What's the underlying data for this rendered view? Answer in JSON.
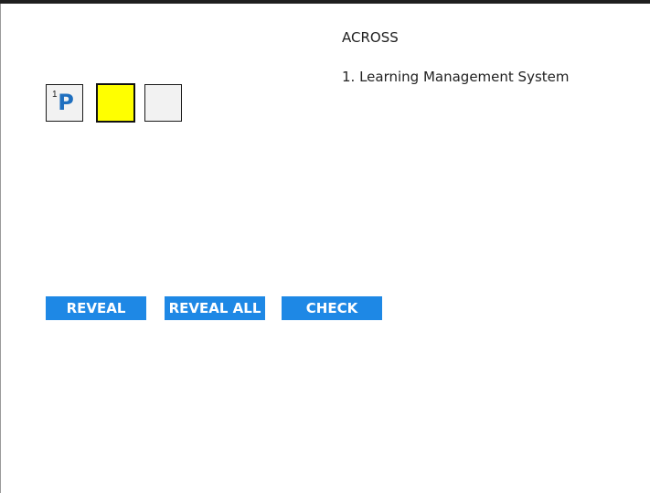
{
  "puzzle": {
    "cells": [
      {
        "number": "1",
        "letter": "P",
        "state": "filled"
      },
      {
        "number": "",
        "letter": "",
        "state": "selected"
      },
      {
        "number": "",
        "letter": "",
        "state": "empty"
      }
    ]
  },
  "clues": {
    "heading": "ACROSS",
    "items": [
      {
        "text": "1. Learning Management System"
      }
    ]
  },
  "buttons": {
    "reveal": "REVEAL",
    "reveal_all": "REVEAL ALL",
    "check": "CHECK"
  },
  "colors": {
    "button_bg": "#1e88e5",
    "selected_cell": "#ffff00",
    "letter": "#1f6fbf"
  }
}
